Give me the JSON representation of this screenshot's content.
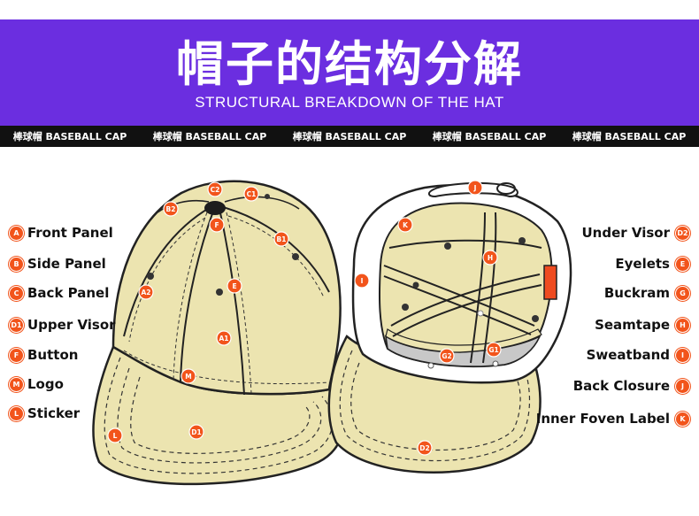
{
  "header": {
    "title_cn": "帽子的结构分解",
    "title_en": "STRUCTURAL BREAKDOWN OF THE HAT"
  },
  "strip": {
    "items": [
      "棒球帽  BASEBALL CAP",
      "棒球帽  BASEBALL CAP",
      "棒球帽  BASEBALL CAP",
      "棒球帽  BASEBALL CAP",
      "棒球帽  BASEBALL CAP"
    ]
  },
  "legend_left": [
    {
      "code": "A",
      "label": "Front Panel"
    },
    {
      "code": "B",
      "label": "Side Panel"
    },
    {
      "code": "C",
      "label": "Back Panel"
    },
    {
      "code": "D1",
      "label": "Upper Visor"
    },
    {
      "code": "F",
      "label": "Button"
    },
    {
      "code": "M",
      "label": "Logo"
    },
    {
      "code": "L",
      "label": "Sticker"
    }
  ],
  "legend_right": [
    {
      "code": "D2",
      "label": "Under Visor"
    },
    {
      "code": "E",
      "label": "Eyelets"
    },
    {
      "code": "G",
      "label": "Buckram"
    },
    {
      "code": "H",
      "label": "Seamtape"
    },
    {
      "code": "I",
      "label": "Sweatband"
    },
    {
      "code": "J",
      "label": "Back Closure"
    },
    {
      "code": "K",
      "label": "Inner Foven Label"
    }
  ],
  "left_markers": [
    "C2",
    "C1",
    "B2",
    "F",
    "B1",
    "E",
    "A2",
    "A1",
    "M",
    "L",
    "D1"
  ],
  "right_markers": [
    "J",
    "K",
    "H",
    "I",
    "G2",
    "G1",
    "D2"
  ],
  "colors": {
    "header": "#6b2ee0",
    "strip": "#111111",
    "badge": "#f2541b",
    "cap_fill": "#ece4b0",
    "sweatband_gray": "#c8c8c8",
    "closure_red": "#ef4b20"
  }
}
